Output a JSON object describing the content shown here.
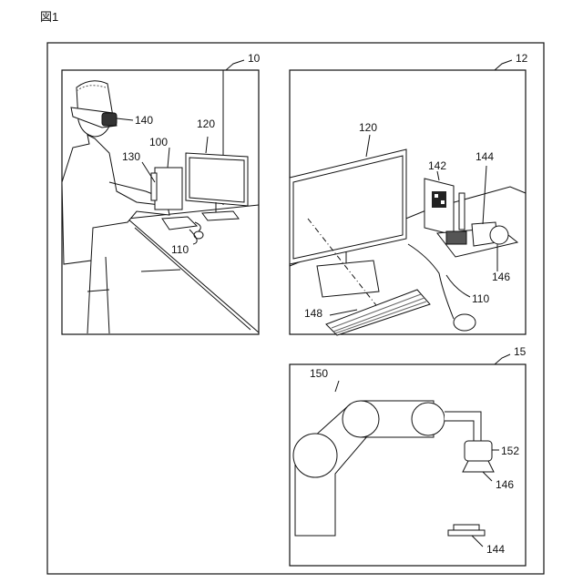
{
  "figure": {
    "title": "図1"
  },
  "panels": {
    "p10": {
      "ref": "10"
    },
    "p12": {
      "ref": "12"
    },
    "p15": {
      "ref": "15"
    }
  },
  "labels": {
    "user_hmd": "140",
    "monitor_a": "120",
    "computer_a": "100",
    "tower_a": "130",
    "keyboard_a": "110",
    "monitor_b": "120",
    "marker_b": "142",
    "device_b": "144",
    "object_b": "146",
    "keyboard_b": "110",
    "stand_b": "148",
    "robot_c": "150",
    "gripper_c": "152",
    "object_c": "146",
    "device_c": "144"
  }
}
